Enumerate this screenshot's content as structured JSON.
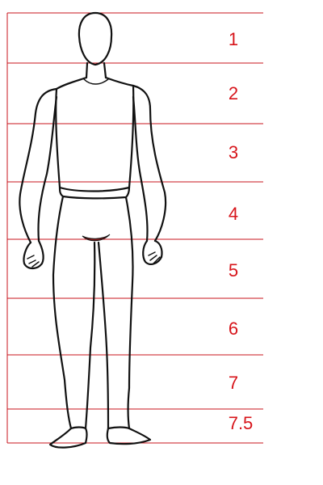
{
  "diagram": {
    "guide_color": "#c8141c",
    "label_color": "#d7141a",
    "labels": [
      "1",
      "2",
      "3",
      "4",
      "5",
      "6",
      "7",
      "7.5"
    ]
  },
  "figure": {
    "outline_color": "#111111"
  }
}
